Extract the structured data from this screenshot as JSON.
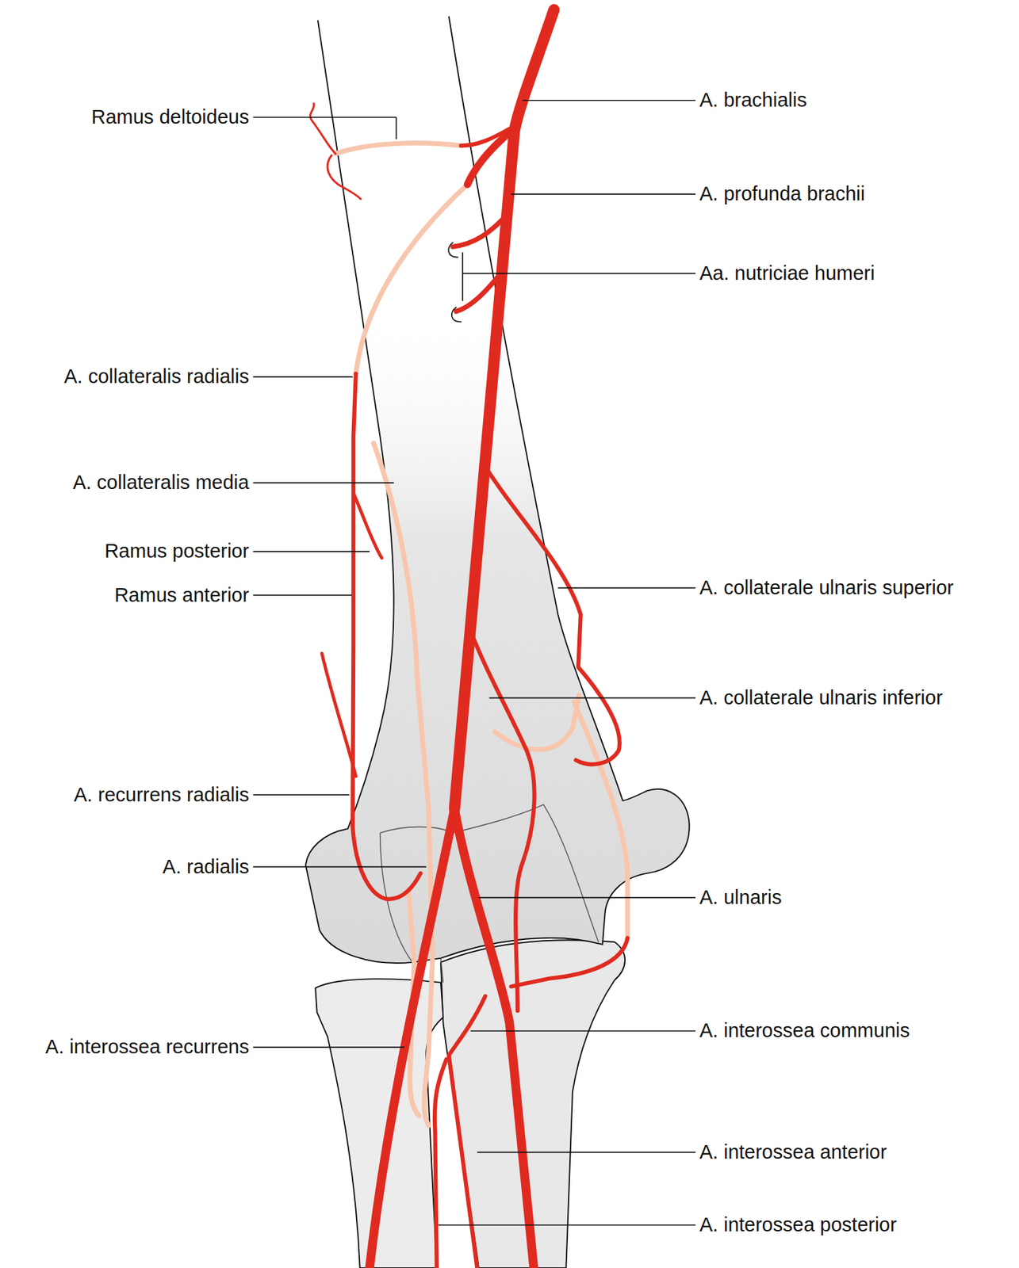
{
  "diagram": {
    "labels": [
      "Ramus deltoideus",
      "A. collateralis radialis",
      "A. collateralis media",
      "Ramus posterior",
      "Ramus anterior",
      "A. recurrens radialis",
      "A. radialis",
      "A. interossea recurrens",
      "A. brachialis",
      "A. profunda brachii",
      "Aa. nutriciae humeri",
      "A. collaterale ulnaris superior",
      "A. collaterale ulnaris inferior",
      "A. ulnaris",
      "A. interossea communis",
      "A. interossea anterior",
      "A. interossea posterior"
    ]
  }
}
